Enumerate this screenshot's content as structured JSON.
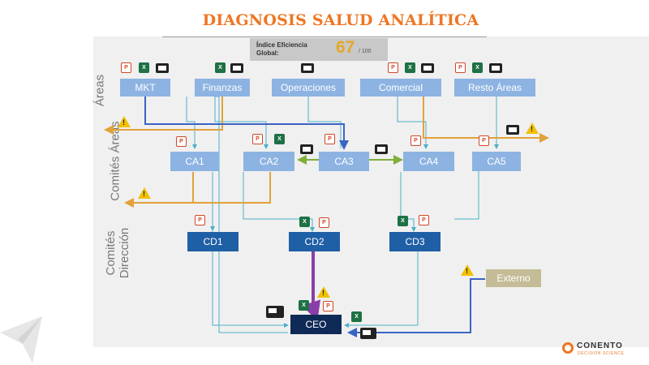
{
  "title": "DIAGNOSIS SALUD ANALÍTICA",
  "efficiency": {
    "label": "Índice Eficiencia Global:",
    "value": "67",
    "denominator": "/ 100"
  },
  "sections": {
    "areas": "Áreas",
    "comites_areas": "Comités Áreas",
    "comites_direccion": "Comités Dirección"
  },
  "areas": [
    "MKT",
    "Finanzas",
    "Operaciones",
    "Comercial",
    "Resto Áreas"
  ],
  "comites_areas": [
    "CA1",
    "CA2",
    "CA3",
    "CA4",
    "CA5"
  ],
  "comites_direccion": [
    "CD1",
    "CD2",
    "CD3"
  ],
  "ceo": "CEO",
  "externo": "Externo",
  "icons": {
    "ppt": "P",
    "xls": "X",
    "warn": "!"
  },
  "logo": {
    "name": "CONENTO",
    "tagline": "DECISION SCIENCE"
  },
  "colors": {
    "title": "#ee7623",
    "area": "#8db3e2",
    "cd": "#1f5fa6",
    "ceo": "#102a57",
    "externo": "#c4bc96",
    "orange_flow": "#e2a13a",
    "blue_flow": "#3b63c4",
    "green_flow": "#7fae3b",
    "teal_flow": "#4bb0c8",
    "purple_flow": "#8a3ea8"
  }
}
